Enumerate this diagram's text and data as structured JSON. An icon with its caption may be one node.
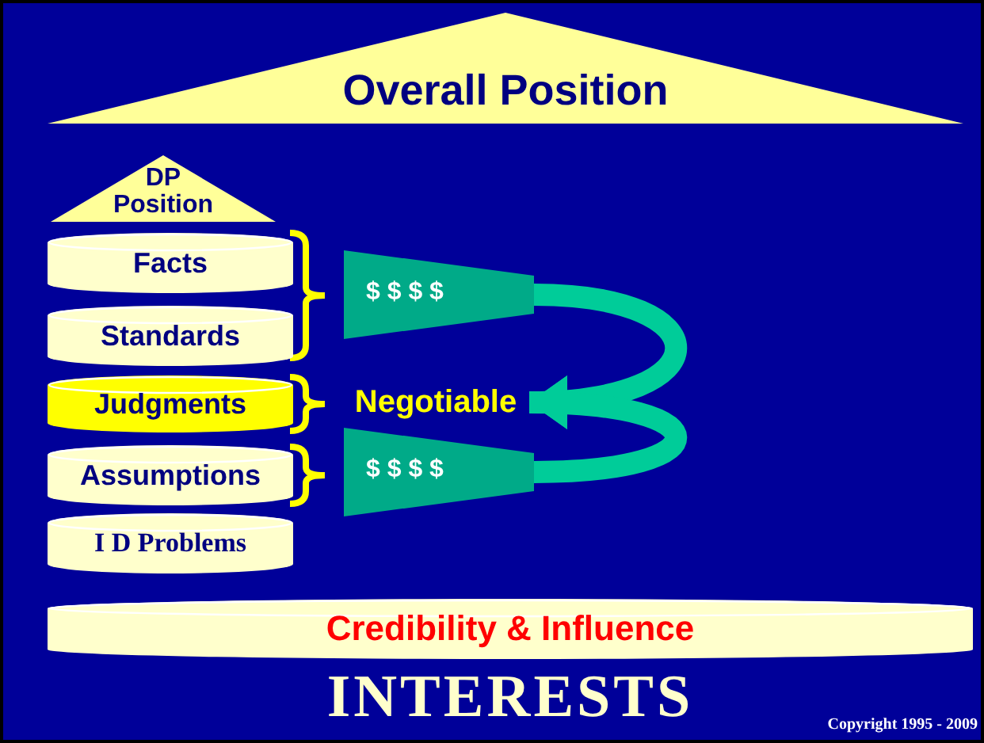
{
  "diagram": {
    "nodes": [
      {
        "text": [
          "Overall Position"
        ]
      },
      {
        "text": [
          "DP Position"
        ]
      },
      {
        "text": [
          "Facts"
        ]
      },
      {
        "text": [
          "Standards"
        ]
      },
      {
        "text": [
          "Judgments"
        ]
      },
      {
        "text": [
          "Assumptions"
        ]
      },
      {
        "text": [
          "I D Problems"
        ]
      },
      {
        "text": [
          "Credibility & Influence"
        ]
      },
      {
        "text": [
          "$ $ $ $"
        ]
      },
      {
        "text": [
          "Negotiable"
        ]
      },
      {
        "text": [
          "$ $ $ $"
        ]
      }
    ],
    "edges": [
      {
        "from": 8,
        "to": 9,
        "arrow": "to"
      },
      {
        "from": 10,
        "to": 9,
        "arrow": "to"
      }
    ],
    "labels": [
      "INTERESTS",
      "Copyright 1995 - 2009"
    ]
  }
}
